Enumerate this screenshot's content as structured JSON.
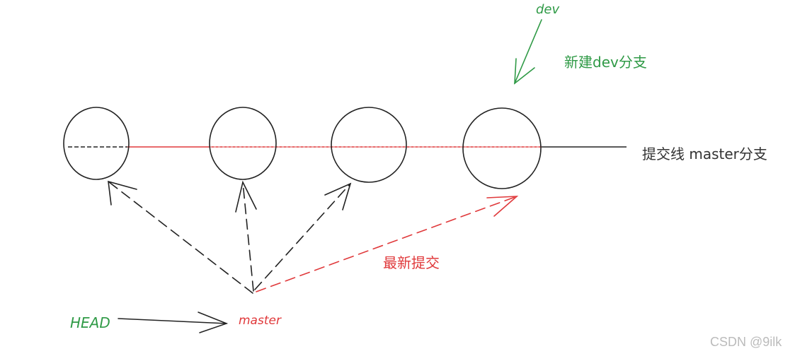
{
  "labels": {
    "dev": "dev",
    "new_dev_branch": "新建dev分支",
    "commit_line": "提交线 master分支",
    "latest_commit": "最新提交",
    "head": "HEAD",
    "master": "master",
    "watermark": "CSDN @9ilk"
  },
  "colors": {
    "green": "#2f9a46",
    "red": "#e0393b",
    "black": "#222222",
    "watermark": "#bbbbbb"
  }
}
